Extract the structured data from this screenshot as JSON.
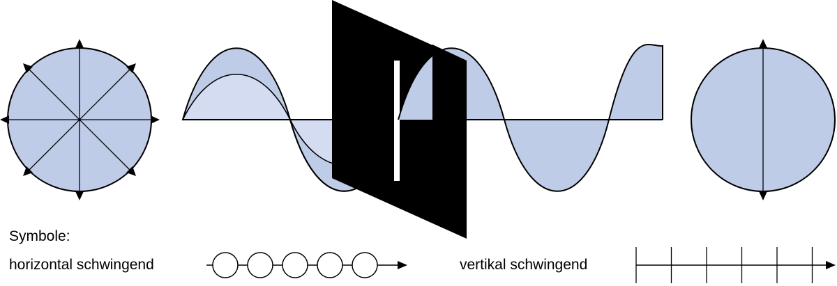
{
  "labels": {
    "symbols_heading": "Symbole:",
    "horizontal_label": "horizontal schwingend",
    "vertical_label": "vertikal schwingend"
  },
  "colors": {
    "wave_fill": "#bfcce8",
    "wave_fill_light": "#d3dcf0",
    "stroke": "#000000",
    "filter_plate": "#000000",
    "slit": "#ffffff"
  },
  "symbols": {
    "horizontal_circle_count": 5,
    "vertical_tick_count": 6
  }
}
